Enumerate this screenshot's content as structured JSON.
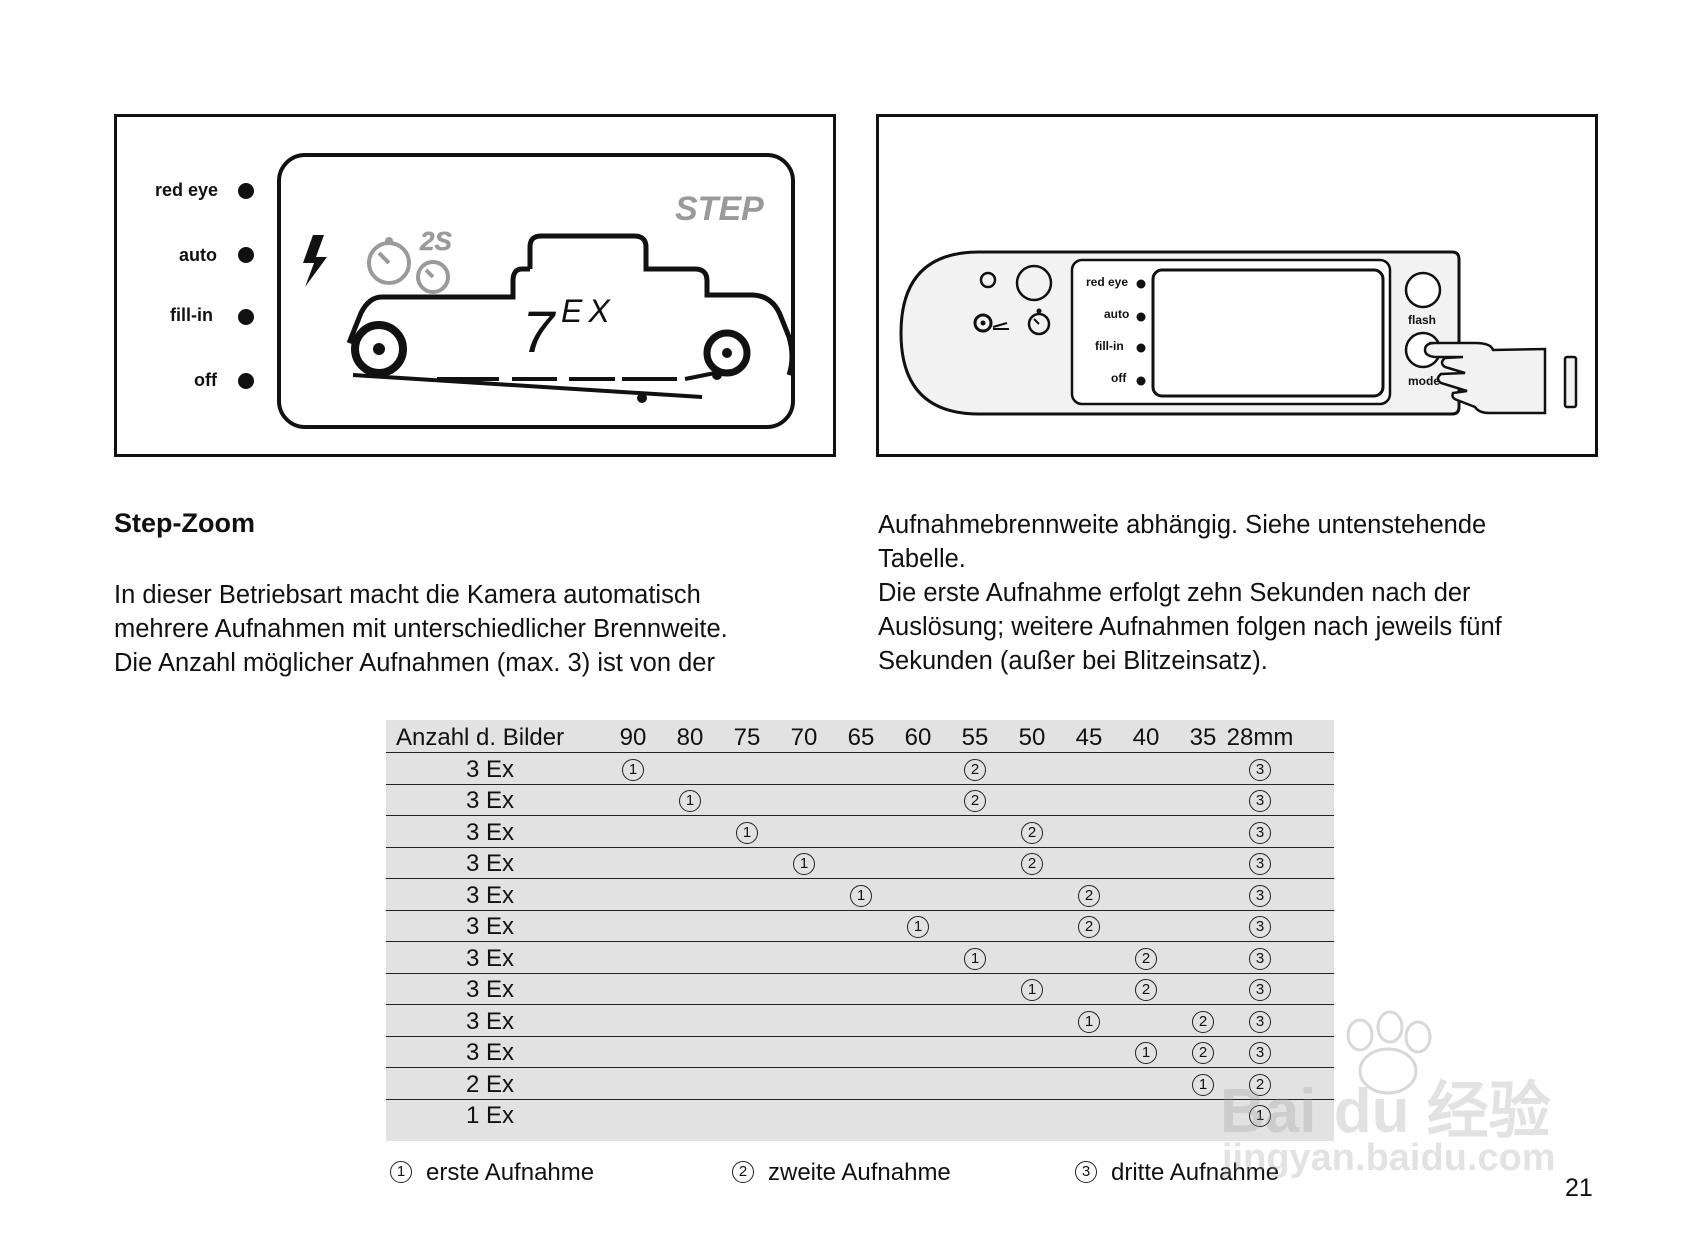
{
  "figure_left": {
    "mode_labels": [
      "red eye",
      "auto",
      "fill-in",
      "off"
    ],
    "lcd": {
      "step_text": "STEP",
      "timer_text": "2S",
      "counter_number": "7",
      "counter_unit": "EX"
    }
  },
  "figure_right": {
    "panel_labels": [
      "red eye",
      "auto",
      "fill-in",
      "off"
    ],
    "flash_button_label": "flash",
    "mode_button_label": "mode"
  },
  "section_title": "Step-Zoom",
  "left_column": [
    "In dieser Betriebsart macht die Kamera automatisch",
    "mehrere Aufnahmen mit unterschiedlicher Brennweite.",
    "Die Anzahl möglicher Aufnahmen (max. 3) ist von der"
  ],
  "right_column": [
    "Aufnahmebrennweite abhängig. Siehe untenstehende",
    "Tabelle.",
    "Die erste Aufnahme erfolgt zehn Sekunden nach der",
    "Auslösung; weitere Aufnahmen folgen nach jeweils fünf",
    "Sekunden (außer bei Blitzeinsatz)."
  ],
  "table": {
    "header_label": "Anzahl d. Bilder",
    "focal_lengths": [
      "90",
      "80",
      "75",
      "70",
      "65",
      "60",
      "55",
      "50",
      "45",
      "40",
      "35",
      "28mm"
    ],
    "rows": [
      {
        "label": "3 Ex",
        "shots": {
          "90": "1",
          "55": "2",
          "28mm": "3"
        }
      },
      {
        "label": "3 Ex",
        "shots": {
          "80": "1",
          "55": "2",
          "28mm": "3"
        }
      },
      {
        "label": "3 Ex",
        "shots": {
          "75": "1",
          "50": "2",
          "28mm": "3"
        }
      },
      {
        "label": "3 Ex",
        "shots": {
          "70": "1",
          "50": "2",
          "28mm": "3"
        }
      },
      {
        "label": "3 Ex",
        "shots": {
          "65": "1",
          "45": "2",
          "28mm": "3"
        }
      },
      {
        "label": "3 Ex",
        "shots": {
          "60": "1",
          "45": "2",
          "28mm": "3"
        }
      },
      {
        "label": "3 Ex",
        "shots": {
          "55": "1",
          "40": "2",
          "28mm": "3"
        }
      },
      {
        "label": "3 Ex",
        "shots": {
          "50": "1",
          "40": "2",
          "28mm": "3"
        }
      },
      {
        "label": "3 Ex",
        "shots": {
          "45": "1",
          "35": "2",
          "28mm": "3"
        }
      },
      {
        "label": "3 Ex",
        "shots": {
          "40": "1",
          "35": "2",
          "28mm": "3"
        }
      },
      {
        "label": "2 Ex",
        "shots": {
          "35": "1",
          "28mm": "2"
        }
      },
      {
        "label": "1 Ex",
        "shots": {
          "28mm": "1"
        }
      }
    ]
  },
  "legend": [
    {
      "num": "1",
      "text": "erste Aufnahme"
    },
    {
      "num": "2",
      "text": "zweite Aufnahme"
    },
    {
      "num": "3",
      "text": "dritte Aufnahme"
    }
  ],
  "page_number": "21",
  "watermark": {
    "brand": "Bai du 经验",
    "url": "jingyan.baidu.com"
  }
}
